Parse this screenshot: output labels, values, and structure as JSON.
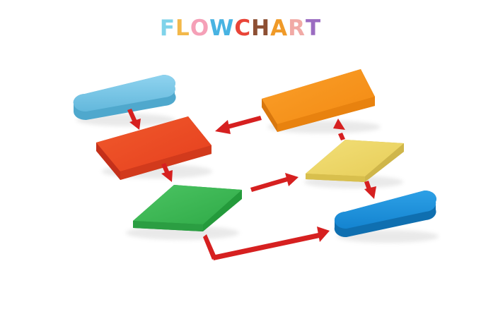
{
  "title": {
    "letters": [
      "F",
      "L",
      "O",
      "W",
      "C",
      "H",
      "A",
      "R",
      "T"
    ]
  },
  "colors": {
    "letters": [
      "#7fd3ea",
      "#f3b84a",
      "#f5a0b7",
      "#48b3e2",
      "#e94438",
      "#8d4f33",
      "#f09a28",
      "#f1aaa6",
      "#9b6cc1"
    ],
    "terminal_top": "#6ec1e2",
    "process_red": "#ea4522",
    "decision_green": "#3aba54",
    "process_orange": "#f7941b",
    "decision_yellow": "#ecd664",
    "terminal_bottom": "#1a8fd9",
    "arrow": "#d62020"
  },
  "shapes": [
    {
      "id": "terminal-start",
      "kind": "terminal",
      "color": "sky-blue"
    },
    {
      "id": "process-1",
      "kind": "process",
      "color": "red"
    },
    {
      "id": "decision-1",
      "kind": "decision",
      "color": "green"
    },
    {
      "id": "decision-2",
      "kind": "decision",
      "color": "yellow"
    },
    {
      "id": "process-2",
      "kind": "process",
      "color": "orange"
    },
    {
      "id": "terminal-end",
      "kind": "terminal",
      "color": "blue"
    }
  ],
  "connections": [
    {
      "from": "terminal-start",
      "to": "process-1"
    },
    {
      "from": "process-1",
      "to": "decision-1"
    },
    {
      "from": "decision-1",
      "to": "decision-2"
    },
    {
      "from": "decision-1",
      "to": "terminal-end"
    },
    {
      "from": "decision-2",
      "to": "process-2"
    },
    {
      "from": "decision-2",
      "to": "terminal-end"
    },
    {
      "from": "process-2",
      "to": "process-1"
    }
  ]
}
